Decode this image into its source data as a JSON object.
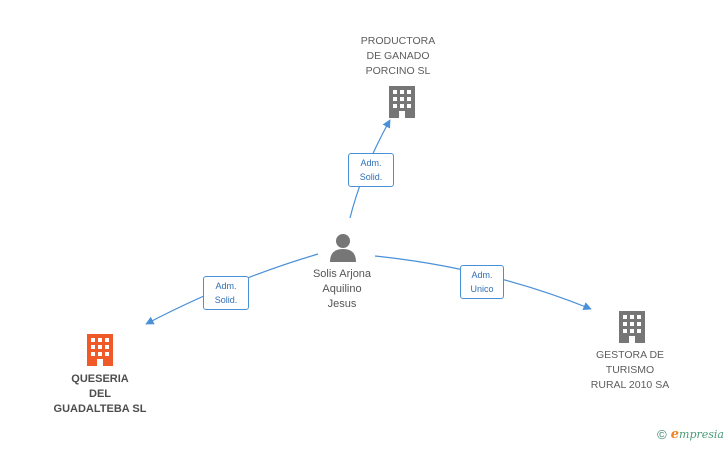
{
  "nodes": {
    "productora": {
      "label": "PRODUCTORA\nDE GANADO\nPORCINO SL",
      "icon": "building-icon",
      "color": "#767676"
    },
    "queseria": {
      "label": "QUESERIA\nDEL\nGUADALTEBA SL",
      "icon": "building-icon",
      "color": "#f05a28"
    },
    "gestora": {
      "label": "GESTORA DE\nTURISMO\nRURAL 2010 SA",
      "icon": "building-icon",
      "color": "#767676"
    },
    "person": {
      "label": "Solis Arjona\nAquilino\nJesus",
      "icon": "person-icon",
      "color": "#767676"
    }
  },
  "edges": {
    "to_productora": {
      "label": "Adm.\nSolid."
    },
    "to_queseria": {
      "label": "Adm.\nSolid."
    },
    "to_gestora": {
      "label": "Adm.\nUnico"
    }
  },
  "colors": {
    "edge": "#4a90d9"
  },
  "footer": {
    "copyright": "©",
    "brand_initial": "e",
    "brand_rest": "mpresia"
  }
}
